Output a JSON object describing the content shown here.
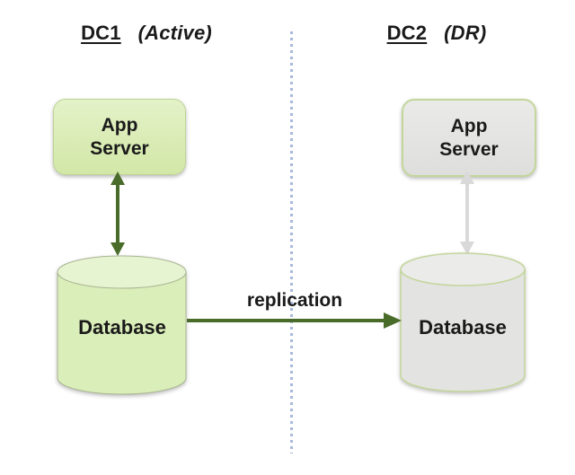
{
  "dc1": {
    "name": "DC1",
    "mode": "(Active)",
    "app_server_lines": [
      "App",
      "Server"
    ],
    "database_label": "Database"
  },
  "dc2": {
    "name": "DC2",
    "mode": "(DR)",
    "app_server_lines": [
      "App",
      "Server"
    ],
    "database_label": "Database"
  },
  "replication_label": "replication",
  "colors": {
    "text_color": "#1a1a1a",
    "divider_color": "#a9b9dc",
    "dc1_accent": "#4a6c2b",
    "dc1_box_top": "#e4f2c8",
    "dc1_box_bottom": "#d2e7a7",
    "dc1_box_border": "#bdd395",
    "dc1_cyl_body": "#daeeb9",
    "dc1_cyl_top": "#e7f4d2",
    "dc1_cyl_outline": "#a9b492",
    "dc2_box_top": "#eaeae8",
    "dc2_box_bottom": "#dededc",
    "dc2_outline": "#c3d69b",
    "dc2_cyl_body": "#e3e3e1",
    "dc2_cyl_top": "#ebebe9",
    "dc2_arrow": "#d9d9d9"
  }
}
